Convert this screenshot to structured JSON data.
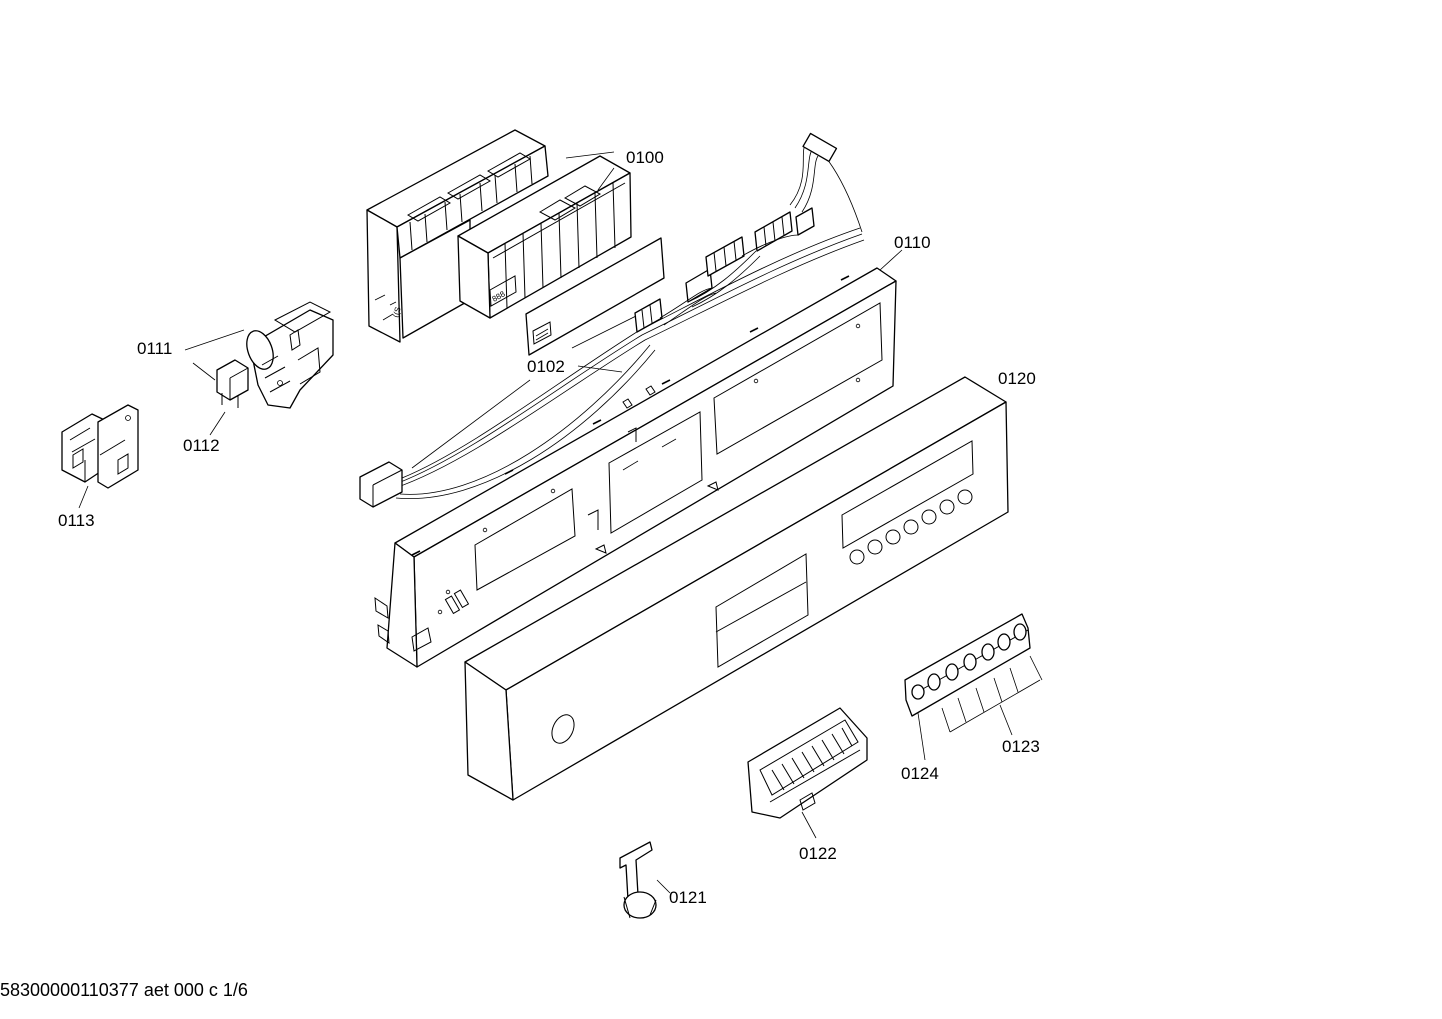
{
  "labels": {
    "p0100": "0100",
    "p0102": "0102",
    "p0110": "0110",
    "p0111": "0111",
    "p0112": "0112",
    "p0113": "0113",
    "p0120": "0120",
    "p0121": "0121",
    "p0122": "0122",
    "p0123": "0123",
    "p0124": "0124"
  },
  "footer": {
    "doc_code": "58300000110377 aet 000 c 1/6"
  }
}
